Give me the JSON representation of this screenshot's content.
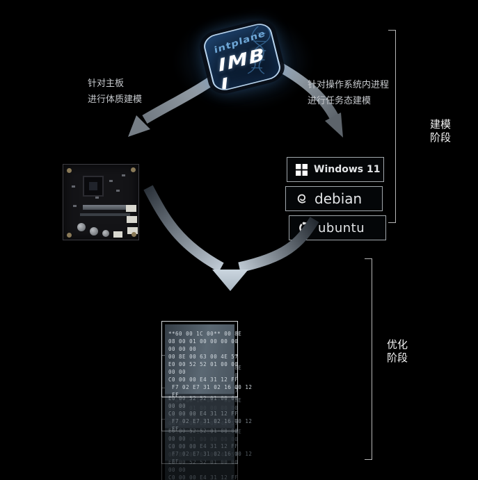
{
  "logo": {
    "brand": "intplane",
    "product": "IMB I"
  },
  "annotations": {
    "board": {
      "line1": "针对主板",
      "line2": "进行体质建模"
    },
    "os": {
      "line1": "针对操作系统内进程",
      "line2": "进行任务态建模"
    }
  },
  "phases": {
    "modeling": {
      "line1": "建模",
      "line2": "阶段"
    },
    "optimization": {
      "line1": "优化",
      "line2": "阶段"
    }
  },
  "os_cards": [
    {
      "id": "windows",
      "label": "Windows 11"
    },
    {
      "id": "debian",
      "label": "debian"
    },
    {
      "id": "ubuntu",
      "label": "ubuntu"
    }
  ],
  "stack": {
    "layer_count": 4,
    "hex_dump": "**60 00 1C 00** 00 8E\n08 00 01 00 00 00 00\n00 00 00\n00 8E 00 63 00 4E 57\nE0 00 52 52 01 00 00\n00 00\nC0 00 00 E4 31 12 FF\n F7 02 E7 31 02 16 00 12\n FF"
  },
  "colors": {
    "background": "#000000",
    "badge_border_blue": "#b9d5ef",
    "brand_blue": "#6fa8d8",
    "arrow_silver": "#c3ced8",
    "sheet_slate": "#5b6873"
  }
}
